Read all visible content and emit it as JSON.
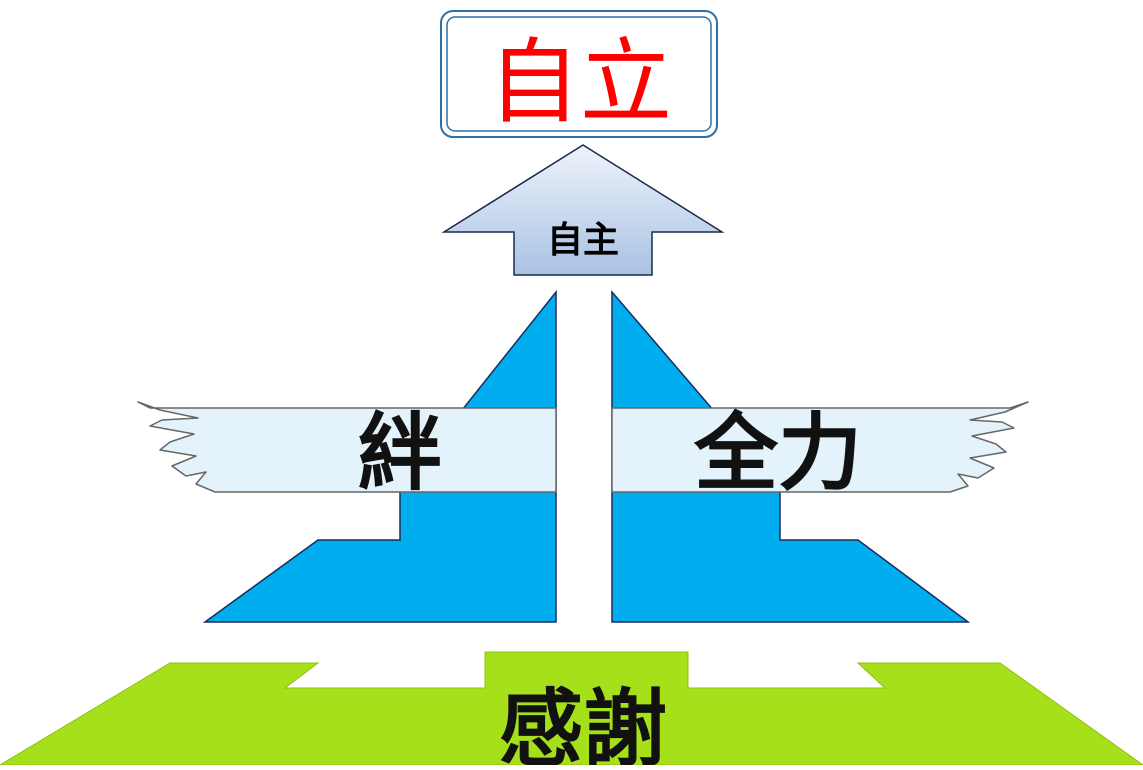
{
  "goal": {
    "label": "自立",
    "color": "#ff0000",
    "border_color": "#2f6fa6"
  },
  "arrow": {
    "label": "自主",
    "fill_top": "#eef3fb",
    "fill_bottom": "#a9c2e3"
  },
  "wing_left": {
    "label": "絆"
  },
  "wing_right": {
    "label": "全力"
  },
  "pillars": {
    "color": "#00aef0"
  },
  "base": {
    "label": "感謝",
    "color": "#a6e01a"
  }
}
